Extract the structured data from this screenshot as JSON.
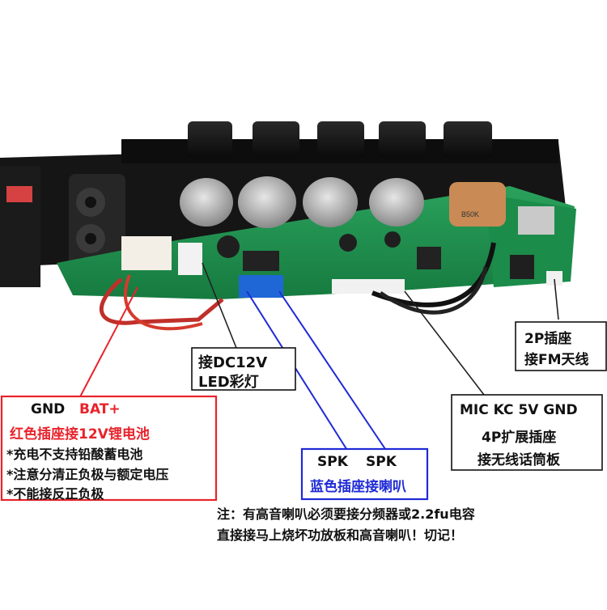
{
  "callouts": {
    "dc12v": {
      "line1": "接DC12V",
      "line2": "LED彩灯"
    },
    "fm": {
      "line1": "2P插座",
      "line2": "接FM天线"
    },
    "mic": {
      "line1": "MIC KC 5V GND",
      "line2": "4P扩展插座",
      "line3": "接无线话筒板"
    },
    "battery": {
      "gnd": "GND",
      "bat": "BAT+",
      "title": "红色插座接12V锂电池",
      "notes": [
        "*充电不支持铅酸蓄电池",
        "*注意分清正负极与额定电压",
        "*不能接反正负极"
      ]
    },
    "speaker": {
      "spk1": "SPK",
      "spk2": "SPK",
      "title": "蓝色插座接喇叭"
    }
  },
  "footer_note": {
    "line1": "注：有高音喇叭必须要接分频器或2.2fu电容",
    "line2": "直接接马上烧坏功放板和高音喇叭！切记！"
  },
  "colors": {
    "red": "#e8232b",
    "blue": "#1f2bd6",
    "panel": "#151515",
    "pcb": "#1e8f4e"
  },
  "pot_marking": "B50K"
}
